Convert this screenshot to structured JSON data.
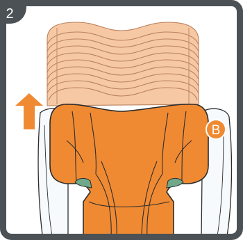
{
  "step": {
    "number": "2",
    "frame_color": "#4b5154"
  },
  "callout": {
    "label": "B",
    "badge_color": "#ef8a33"
  },
  "arrow": {
    "direction": "up",
    "color": "#ef8a33"
  },
  "colors": {
    "headrest_ghost": "#f6c8a3",
    "headrest_ghost_stroke": "#b9825e",
    "seat_orange": "#ef8a33",
    "seat_outline": "#2c2c2c",
    "shell_white": "#f7fafc",
    "guide_green": "#6fa98a"
  }
}
